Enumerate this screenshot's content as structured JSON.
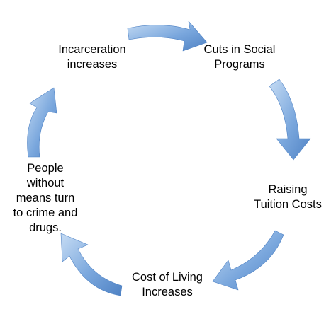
{
  "diagram": {
    "type": "cycle",
    "arrow_color": "#7aa7dd",
    "arrow_highlight": "#c6dcf4",
    "arrow_shadow": "#4f82c4",
    "nodes": [
      {
        "id": "cuts",
        "lines": [
          "Cuts in Social",
          "Programs"
        ]
      },
      {
        "id": "raising",
        "lines": [
          "Raising",
          "Tuition Costs"
        ]
      },
      {
        "id": "cost",
        "lines": [
          "Cost of Living",
          "Increases"
        ]
      },
      {
        "id": "people",
        "lines": [
          "People",
          "without",
          "means turn",
          "to crime and",
          "drugs."
        ]
      },
      {
        "id": "incarceration",
        "lines": [
          "Incarceration",
          "increases"
        ]
      }
    ],
    "arrows": [
      {
        "from": "incarceration",
        "to": "cuts"
      },
      {
        "from": "cuts",
        "to": "raising"
      },
      {
        "from": "raising",
        "to": "cost"
      },
      {
        "from": "cost",
        "to": "people"
      },
      {
        "from": "people",
        "to": "incarceration"
      }
    ]
  }
}
